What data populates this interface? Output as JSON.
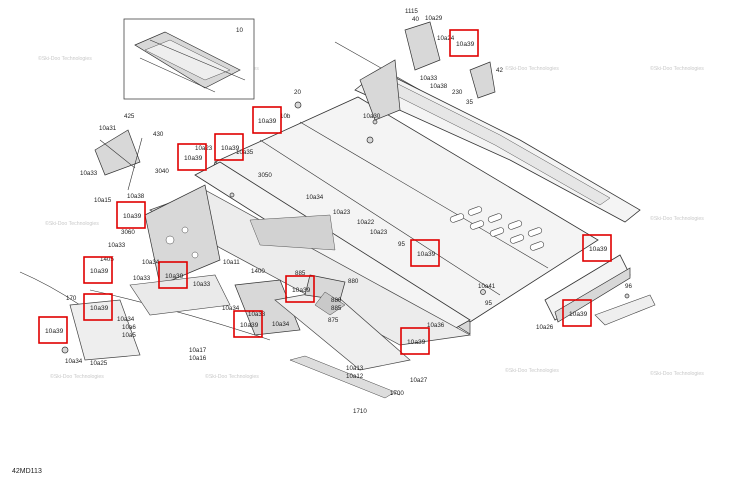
{
  "diagram": {
    "code": "42MD113",
    "inset_label": "10",
    "highlight_color": "#e00000",
    "watermark": "©Ski-Doo Technologies",
    "highlight_label": "10a39",
    "labels": [
      {
        "id": "l-1115",
        "text": "1115"
      },
      {
        "id": "l-40",
        "text": "40"
      },
      {
        "id": "l-10a29",
        "text": "10a29"
      },
      {
        "id": "l-10a24",
        "text": "10a24"
      },
      {
        "id": "l-42",
        "text": "42"
      },
      {
        "id": "l-10a33-top",
        "text": "10a33"
      },
      {
        "id": "l-10a38-top",
        "text": "10a38"
      },
      {
        "id": "l-230",
        "text": "230"
      },
      {
        "id": "l-35",
        "text": "35"
      },
      {
        "id": "l-20",
        "text": "20"
      },
      {
        "id": "l-425",
        "text": "425"
      },
      {
        "id": "l-10a31",
        "text": "10a31"
      },
      {
        "id": "l-430",
        "text": "430"
      },
      {
        "id": "l-10a33-l",
        "text": "10a33"
      },
      {
        "id": "l-3040",
        "text": "3040"
      },
      {
        "id": "l-10a38-l",
        "text": "10a38"
      },
      {
        "id": "l-10a15",
        "text": "10a15"
      },
      {
        "id": "l-10a23-a",
        "text": "10a23"
      },
      {
        "id": "l-10a35",
        "text": "10a35"
      },
      {
        "id": "l-10a30",
        "text": "10a30"
      },
      {
        "id": "l-3050",
        "text": "3050"
      },
      {
        "id": "l-10b",
        "text": "10b"
      },
      {
        "id": "l-10a34-m",
        "text": "10a34"
      },
      {
        "id": "l-10a23-b",
        "text": "10a23"
      },
      {
        "id": "l-10a22",
        "text": "10a22"
      },
      {
        "id": "l-10a23-c",
        "text": "10a23"
      },
      {
        "id": "l-95-a",
        "text": "95"
      },
      {
        "id": "l-3060",
        "text": "3060"
      },
      {
        "id": "l-10a33-b",
        "text": "10a33"
      },
      {
        "id": "l-1405",
        "text": "1405"
      },
      {
        "id": "l-10a34-b",
        "text": "10a34"
      },
      {
        "id": "l-10a11",
        "text": "10a11"
      },
      {
        "id": "l-10a33-c",
        "text": "10a33"
      },
      {
        "id": "l-10a33-d",
        "text": "10a33"
      },
      {
        "id": "l-1400",
        "text": "1400"
      },
      {
        "id": "l-885",
        "text": "885"
      },
      {
        "id": "l-880-a",
        "text": "880"
      },
      {
        "id": "l-880-b",
        "text": "880"
      },
      {
        "id": "l-885-b",
        "text": "885"
      },
      {
        "id": "l-875",
        "text": "875"
      },
      {
        "id": "l-10a41",
        "text": "10a41"
      },
      {
        "id": "l-95-b",
        "text": "95"
      },
      {
        "id": "l-96",
        "text": "96"
      },
      {
        "id": "l-170",
        "text": "170"
      },
      {
        "id": "l-10a34-c",
        "text": "10a34"
      },
      {
        "id": "l-10a6",
        "text": "10a6"
      },
      {
        "id": "l-10a5",
        "text": "10a5"
      },
      {
        "id": "l-10a25",
        "text": "10a25"
      },
      {
        "id": "l-10a34-d",
        "text": "10a34"
      },
      {
        "id": "l-10a36",
        "text": "10a36"
      },
      {
        "id": "l-10a26",
        "text": "10a26"
      },
      {
        "id": "l-10a17",
        "text": "10a17"
      },
      {
        "id": "l-10a16",
        "text": "10a16"
      },
      {
        "id": "l-10a13",
        "text": "10a13"
      },
      {
        "id": "l-10a12",
        "text": "10a12"
      },
      {
        "id": "l-10a27",
        "text": "10a27"
      },
      {
        "id": "l-1700",
        "text": "1700"
      },
      {
        "id": "l-1710",
        "text": "1710"
      },
      {
        "id": "l-10a34-e",
        "text": "10a34"
      },
      {
        "id": "l-10a33-e",
        "text": "10a33"
      },
      {
        "id": "l-10a34-f",
        "text": "10a34"
      }
    ]
  }
}
